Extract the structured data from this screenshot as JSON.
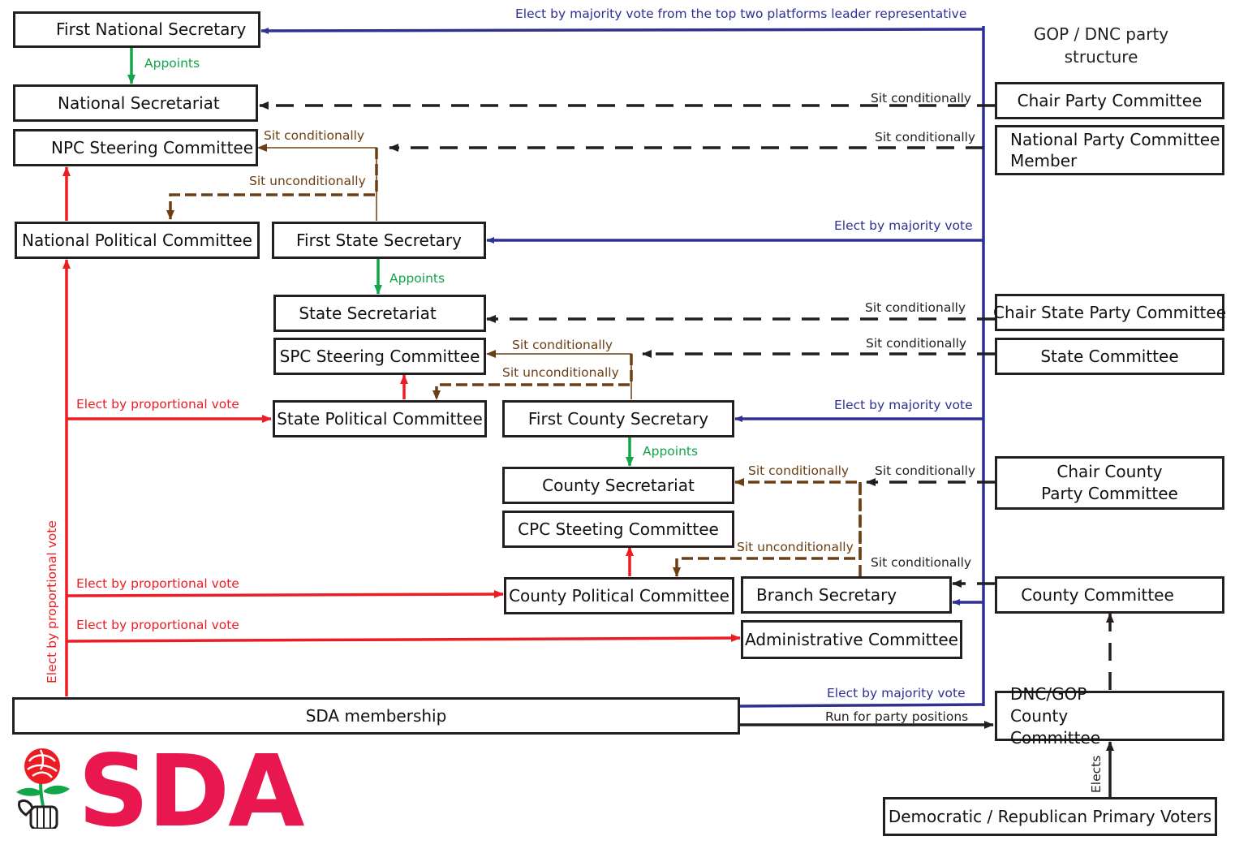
{
  "header": {
    "title_line1": "GOP / DNC party",
    "title_line2": "structure"
  },
  "boxes": {
    "first_national_secretary": "First National Secretary",
    "national_secretariat": "National Secretariat",
    "npc_steering_committee": "NPC Steering Committee",
    "national_political_committee": "National Political Committee",
    "first_state_secretary": "First State Secretary",
    "state_secretariat": "State Secretariat",
    "spc_steering_committee": "SPC Steering Committee",
    "state_political_committee": "State Political Committee",
    "first_county_secretary": "First County Secretary",
    "county_secretariat": "County Secretariat",
    "cpc_steering_committee": "CPC Steeting Committee",
    "county_political_committee": "County Political Committee",
    "branch_secretary": "Branch Secretary",
    "administrative_committee": "Administrative Committee",
    "sda_membership": "SDA membership",
    "chair_party_committee": "Chair Party Committee",
    "national_party_committee_member": "National Party Committee Member",
    "chair_state_party_committee": "Chair State Party Committee",
    "state_committee": "State Committee",
    "chair_county_party_committee": "Chair County Party Committee",
    "county_committee": "County Committee",
    "dnc_gop_county_committee": "DNC/GOP County Committee",
    "primary_voters": "Democratic / Republican Primary Voters"
  },
  "labels": {
    "elect_top_two": "Elect by majority vote from the top two platforms leader representative",
    "appoints": "Appoints",
    "sit_conditionally": "Sit conditionally",
    "sit_unconditionally": "Sit unconditionally",
    "elect_majority": "Elect by majority vote",
    "elect_proportional": "Elect by proportional vote",
    "run_for_party_positions": "Run for party positions",
    "elects": "Elects"
  },
  "logo": {
    "text": "SDA",
    "icon": "rose-fist-icon"
  },
  "colors": {
    "blue": "#2e3192",
    "red": "#ed1c24",
    "green": "#12a54a",
    "brown": "#6b3f14",
    "black": "#231f20",
    "logo": "#e8174f"
  }
}
